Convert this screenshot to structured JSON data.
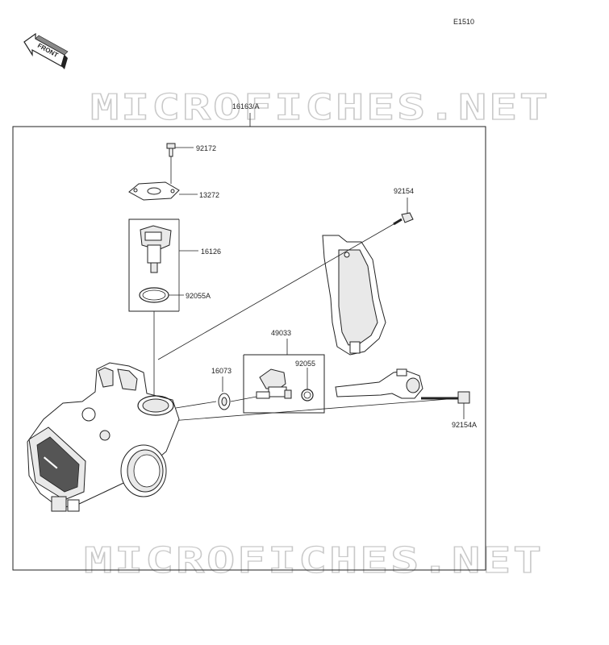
{
  "diagram_code": "E1510",
  "front_label": "FRONT",
  "watermark": "MICROFICHES.NET",
  "assembly_label": "16163/A",
  "parts": {
    "p92172": "92172",
    "p13272": "13272",
    "p16126": "16126",
    "p92055A": "92055A",
    "p49033": "49033",
    "p16073": "16073",
    "p92055": "92055",
    "p92154": "92154",
    "p92154A": "92154A"
  }
}
